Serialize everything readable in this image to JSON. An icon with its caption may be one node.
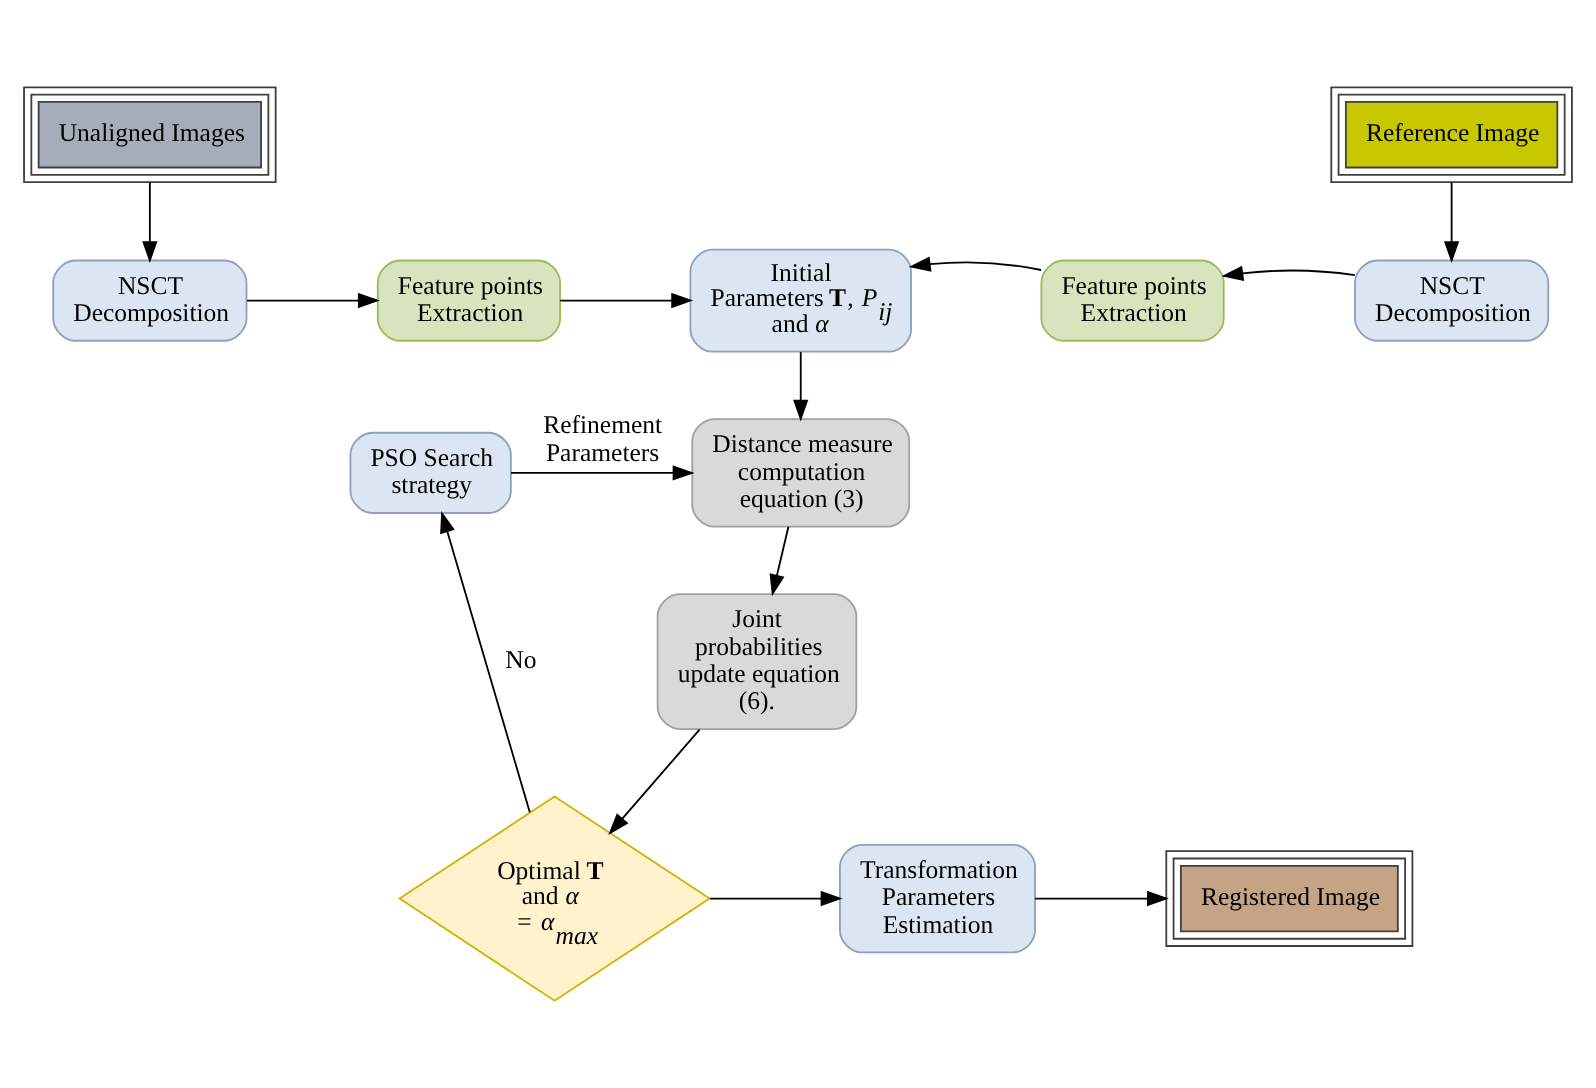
{
  "diagram": {
    "nodes": [
      {
        "text": [
          "Unaligned Images"
        ]
      },
      {
        "text": [
          "NSCT Decomposition"
        ]
      },
      {
        "text": [
          "Feature points Extraction"
        ]
      },
      {
        "text": [
          "Initial Parameters **T**, *P*$_{ij}$ and *α*"
        ]
      },
      {
        "text": [
          "Feature points Extraction"
        ]
      },
      {
        "text": [
          "NSCT Decomposition"
        ]
      },
      {
        "text": [
          "Reference Image"
        ]
      },
      {
        "text": [
          "Distance measure computation equation (3)"
        ]
      },
      {
        "text": [
          "PSO Search strategy"
        ]
      },
      {
        "text": [
          "Joint probabilities update equation (6)."
        ]
      },
      {
        "text": [
          "Optimal **T** and *α* = *α*$_{max}$"
        ]
      },
      {
        "text": [
          "Transformation Parameters Estimation"
        ]
      },
      {
        "text": [
          "Registered Image"
        ]
      }
    ],
    "edges": [
      {
        "from": 0,
        "to": 1,
        "arrow": "to"
      },
      {
        "from": 1,
        "to": 2,
        "arrow": "to"
      },
      {
        "from": 2,
        "to": 3,
        "arrow": "to"
      },
      {
        "from": 6,
        "to": 5,
        "arrow": "to"
      },
      {
        "from": 5,
        "to": 4,
        "arrow": "to"
      },
      {
        "from": 4,
        "to": 3,
        "arrow": "to"
      },
      {
        "from": 3,
        "to": 7,
        "arrow": "to"
      },
      {
        "from": 7,
        "to": 9,
        "arrow": "to"
      },
      {
        "from": 9,
        "to": 10,
        "arrow": "to"
      },
      {
        "from": 10,
        "to": 8,
        "arrow": "to",
        "label": "No"
      },
      {
        "from": 8,
        "to": 7,
        "arrow": "to",
        "label": "Refinement Parameters"
      },
      {
        "from": 10,
        "to": 11,
        "arrow": "to"
      },
      {
        "from": 11,
        "to": 12,
        "arrow": "to"
      }
    ]
  }
}
